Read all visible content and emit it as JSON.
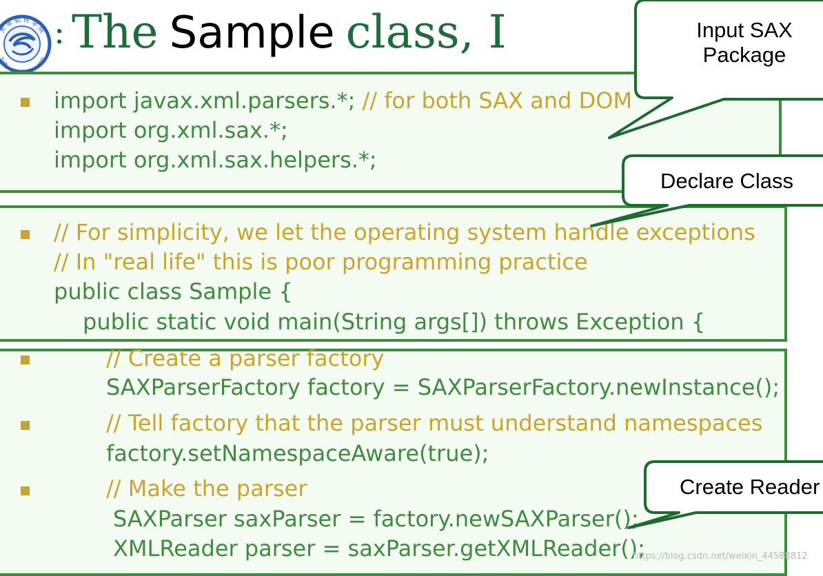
{
  "slide": {
    "title_parts": [
      "The",
      "Sample",
      "class, I"
    ],
    "title_colon": ":",
    "logo": {
      "icon": "university-seal-icon",
      "text_top": "大 年 软 件 学 院",
      "text_bottom": "Software Engineering"
    }
  },
  "sections": [
    {
      "lines": [
        {
          "code": "import javax.xml.parsers.*;",
          "comment": " // for both SAX and DOM"
        },
        {
          "code": "import org.xml.sax.*;",
          "comment": ""
        },
        {
          "code": "import org.xml.sax.helpers.*;",
          "comment": ""
        }
      ]
    },
    {
      "lines": [
        {
          "code": "",
          "comment": "// For simplicity, we let the operating system handle exceptions"
        },
        {
          "code": "",
          "comment": "// In \"real life\" this is poor programming practice"
        },
        {
          "code": "public class Sample {",
          "comment": ""
        },
        {
          "code": "public static void main(String args[]) throws Exception {",
          "comment": ""
        }
      ]
    },
    {
      "lines": [
        {
          "code": "",
          "comment": "// Create a parser factory"
        },
        {
          "code": "SAXParserFactory factory = SAXParserFactory.newInstance();",
          "comment": ""
        },
        {
          "code": "",
          "comment": "// Tell factory that the parser must understand namespaces"
        },
        {
          "code": "factory.setNamespaceAware(true);",
          "comment": ""
        },
        {
          "code": "",
          "comment": "// Make the parser"
        },
        {
          "code": "SAXParser saxParser = factory.newSAXParser();",
          "comment": ""
        },
        {
          "code": "XMLReader parser = saxParser.getXMLReader();",
          "comment": ""
        }
      ]
    }
  ],
  "callouts": {
    "input_sax_line1": "Input SAX",
    "input_sax_line2": "Package",
    "declare_class": "Declare Class",
    "create_reader": "Create Reader"
  },
  "watermark": "https://blog.csdn.net/weixin_44588812",
  "colors": {
    "code_green": "#3f8c3f",
    "comment_gold": "#c9a52b",
    "border_green": "#3b8f3b",
    "title_green": "#1f6b3a",
    "bullet_gold": "#c6a33a"
  }
}
